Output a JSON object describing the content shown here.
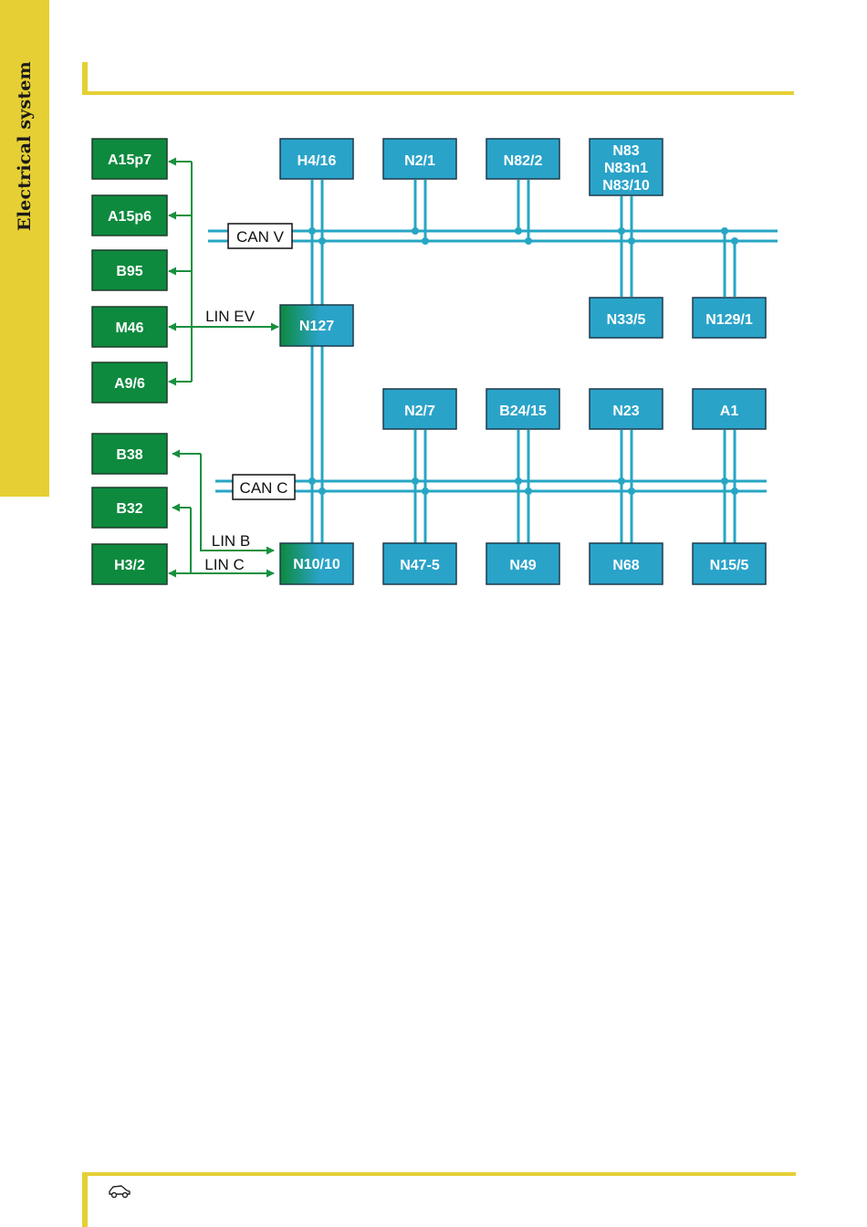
{
  "sidebar": {
    "section_label": "Electrical system"
  },
  "colors": {
    "accent_yellow": "#e6cf34",
    "bus_blue": "#27a6c4",
    "module_blue": "#2aa3c9",
    "module_green": "#0d8a3e",
    "lin_green": "#17903f"
  },
  "diagram": {
    "green_modules": [
      "A15p7",
      "A15p6",
      "B95",
      "M46",
      "A9/6",
      "B38",
      "B32",
      "H3/2"
    ],
    "gateways": {
      "top": "N127",
      "bottom": "N10/10"
    },
    "can_v": {
      "label": "CAN V",
      "modules_above": [
        "H4/16",
        "N2/1",
        "N82/2"
      ],
      "stacked_module": [
        "N83",
        "N83n1",
        "N83/10"
      ],
      "modules_below": [
        "N33/5",
        "N129/1"
      ]
    },
    "can_c": {
      "label": "CAN C",
      "modules_above": [
        "N2/7",
        "B24/15",
        "N23",
        "A1"
      ],
      "modules_below": [
        "N47-5",
        "N49",
        "N68",
        "N15/5"
      ]
    },
    "lin_labels": {
      "lin_ev": "LIN EV",
      "lin_b": "LIN B",
      "lin_c": "LIN C"
    }
  },
  "footer": {
    "icon": "car-icon"
  }
}
